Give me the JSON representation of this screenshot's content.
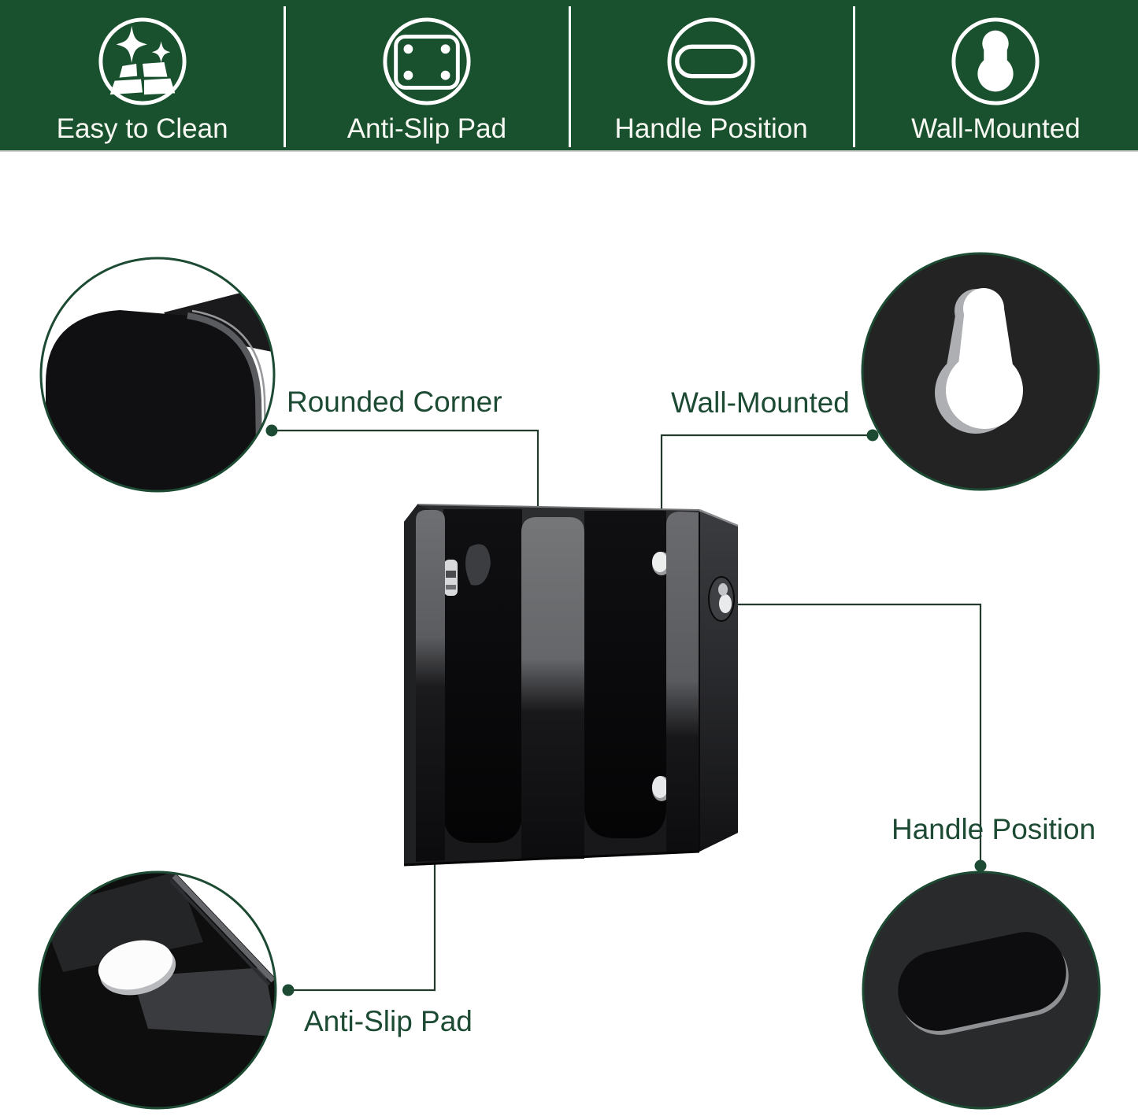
{
  "banner": {
    "bg_color": "#19512f",
    "divider_color": "#ffffff",
    "text_color": "#f8f8f3",
    "items": [
      {
        "label": "Easy to Clean",
        "icon": "sparkle-clean-icon"
      },
      {
        "label": "Anti-Slip Pad",
        "icon": "anti-slip-pad-icon"
      },
      {
        "label": "Handle Position",
        "icon": "handle-slot-icon"
      },
      {
        "label": "Wall-Mounted",
        "icon": "keyhole-icon"
      }
    ]
  },
  "callouts": {
    "accent_color": "#1c4a33",
    "line_color": "#233a2d",
    "items": [
      {
        "label": "Rounded Corner",
        "detail": "rounded-corner-closeup-circle"
      },
      {
        "label": "Wall-Mounted",
        "detail": "keyhole-closeup-circle"
      },
      {
        "label": "Anti-Slip Pad",
        "detail": "anti-slip-pad-closeup-circle"
      },
      {
        "label": "Handle Position",
        "detail": "handle-closeup-circle"
      }
    ]
  },
  "product": {
    "body_color": "#121214",
    "reflection_color": "#6f7073",
    "description_colors": {
      "chrome": "#e9eaec",
      "side_panel": "#2a2b2e"
    }
  }
}
